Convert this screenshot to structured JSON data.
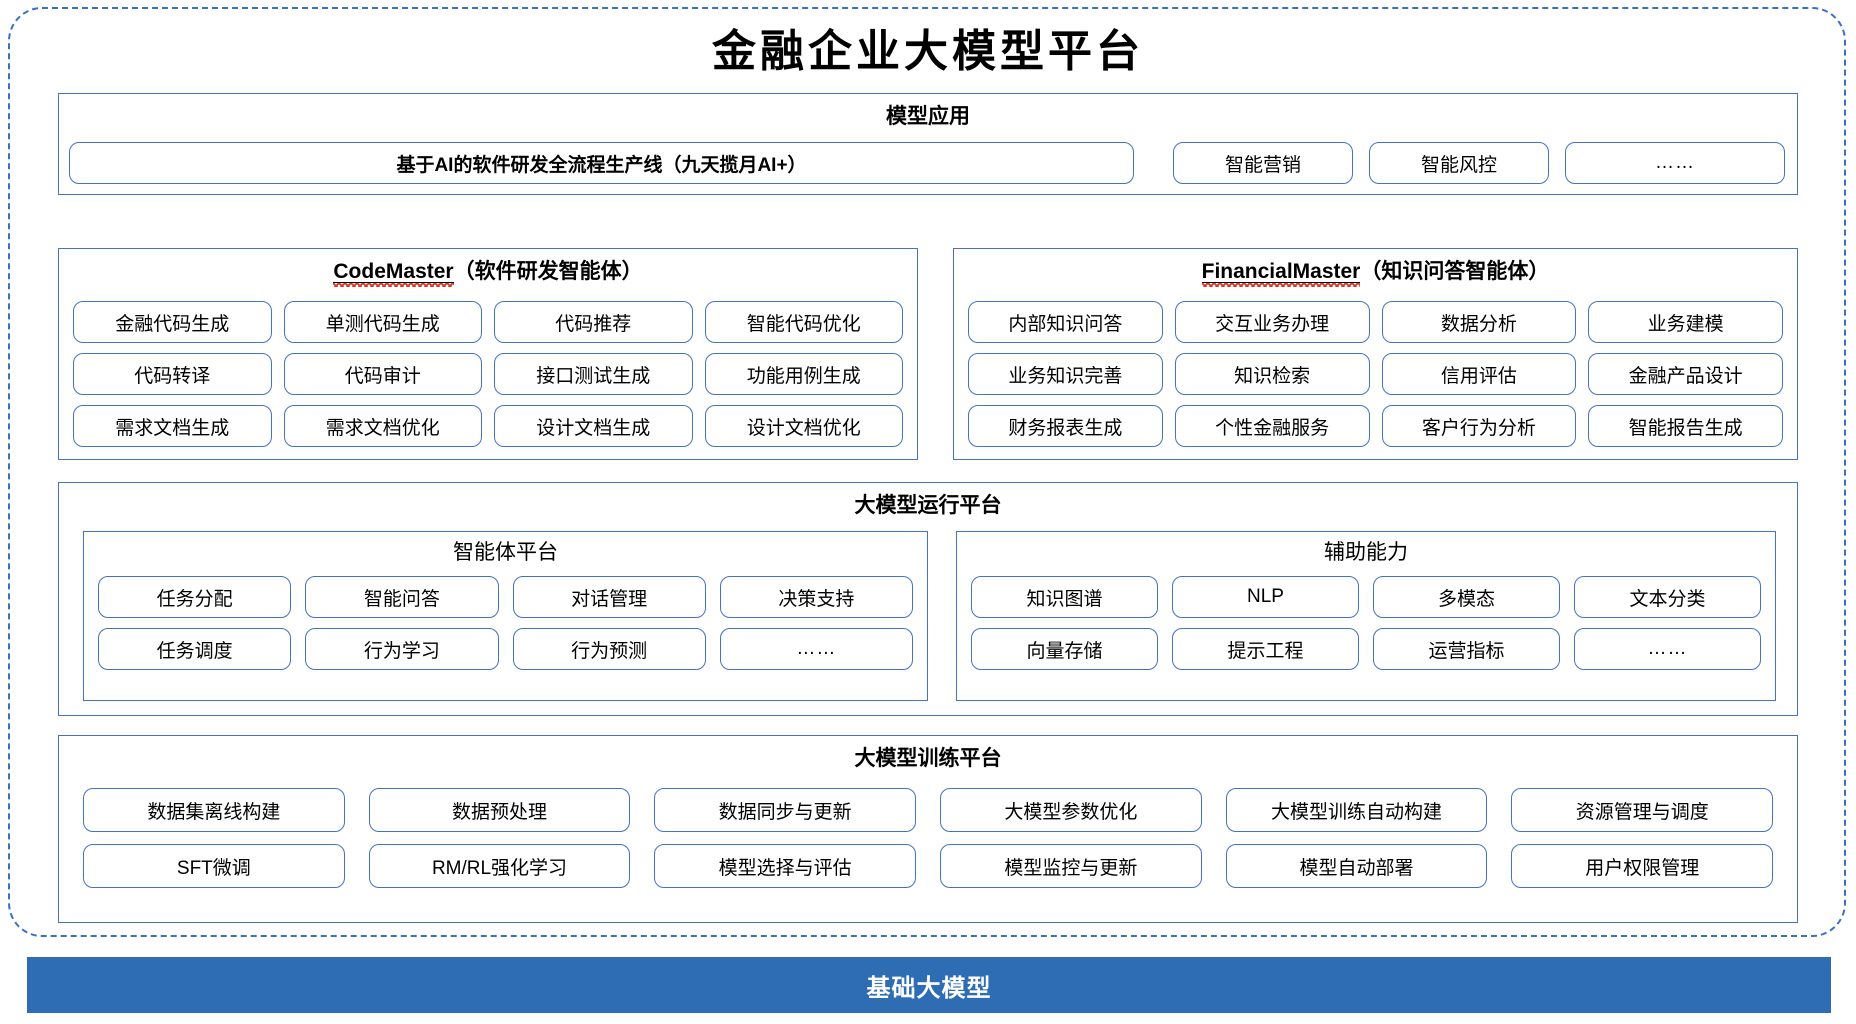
{
  "title": "金融企业大模型平台",
  "colors": {
    "border_blue": "#4472C4",
    "frame_dash": "#3B6FC4",
    "base_bar": "#2E6DB4",
    "spell_underline": "#E03020"
  },
  "model_application": {
    "title": "模型应用",
    "pipeline": "基于AI的软件研发全流程生产线（九天揽月AI+）",
    "items": [
      "智能营销",
      "智能风控",
      "……"
    ]
  },
  "code_master": {
    "name": "CodeMaster",
    "suffix": "（软件研发智能体）",
    "rows": [
      [
        "金融代码生成",
        "单测代码生成",
        "代码推荐",
        "智能代码优化"
      ],
      [
        "代码转译",
        "代码审计",
        "接口测试生成",
        "功能用例生成"
      ],
      [
        "需求文档生成",
        "需求文档优化",
        "设计文档生成",
        "设计文档优化"
      ]
    ]
  },
  "financial_master": {
    "name": "FinancialMaster",
    "suffix": "（知识问答智能体）",
    "rows": [
      [
        "内部知识问答",
        "交互业务办理",
        "数据分析",
        "业务建模"
      ],
      [
        "业务知识完善",
        "知识检索",
        "信用评估",
        "金融产品设计"
      ],
      [
        "财务报表生成",
        "个性金融服务",
        "客户行为分析",
        "智能报告生成"
      ]
    ]
  },
  "run_platform": {
    "title": "大模型运行平台",
    "agent_platform": {
      "title": "智能体平台",
      "rows": [
        [
          "任务分配",
          "智能问答",
          "对话管理",
          "决策支持"
        ],
        [
          "任务调度",
          "行为学习",
          "行为预测",
          "……"
        ]
      ]
    },
    "helper_ability": {
      "title": "辅助能力",
      "rows": [
        [
          "知识图谱",
          "NLP",
          "多模态",
          "文本分类"
        ],
        [
          "向量存储",
          "提示工程",
          "运营指标",
          "……"
        ]
      ]
    }
  },
  "train_platform": {
    "title": "大模型训练平台",
    "rows": [
      [
        "数据集离线构建",
        "数据预处理",
        "数据同步与更新",
        "大模型参数优化",
        "大模型训练自动构建",
        "资源管理与调度"
      ],
      [
        "SFT微调",
        "RM/RL强化学习",
        "模型选择与评估",
        "模型监控与更新",
        "模型自动部署",
        "用户权限管理"
      ]
    ]
  },
  "base_model": {
    "label": "基础大模型"
  }
}
